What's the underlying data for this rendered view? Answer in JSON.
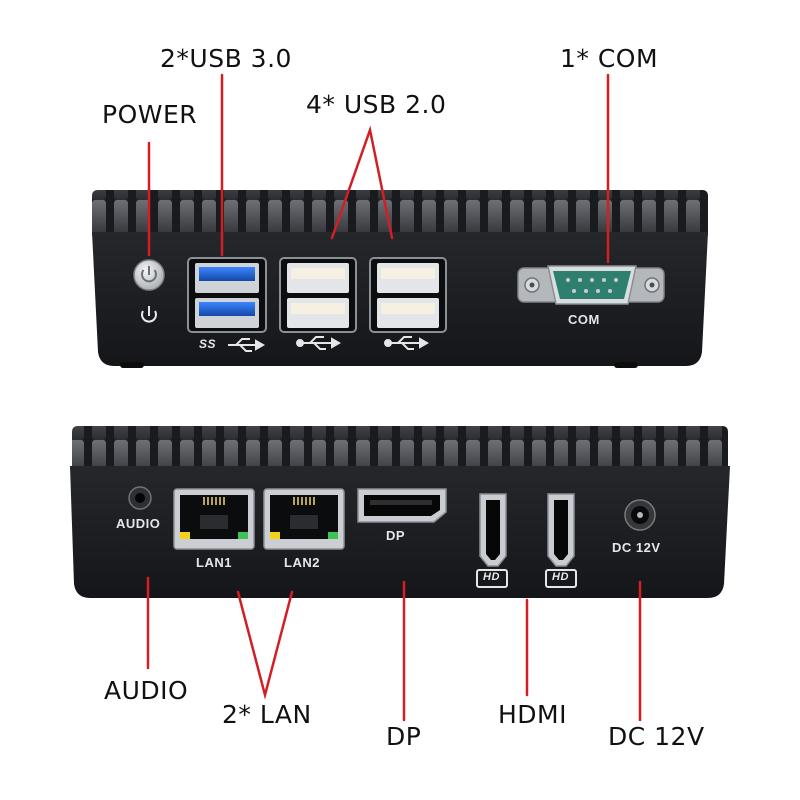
{
  "callouts": {
    "usb3": "2*USB 3.0",
    "com": "1* COM",
    "power": "POWER",
    "usb2": "4* USB 2.0",
    "audio": "AUDIO",
    "lan": "2* LAN",
    "dp": "DP",
    "hdmi": "HDMI",
    "dc": "DC 12V"
  },
  "front_panel": {
    "com_label": "COM",
    "ss_label": "SS"
  },
  "rear_panel": {
    "audio_label": "AUDIO",
    "lan1_label": "LAN1",
    "lan2_label": "LAN2",
    "dp_label": "DP",
    "hd_label_1": "HD",
    "hd_label_2": "HD",
    "dc_label": "DC 12V"
  },
  "colors": {
    "callout_line": "#d21f26",
    "chassis": "#1b1d20",
    "usb3_blue": "#1f64d8",
    "com_green": "#2f7f6e",
    "led_yellow": "#f2d21a",
    "led_green": "#3fc255"
  }
}
